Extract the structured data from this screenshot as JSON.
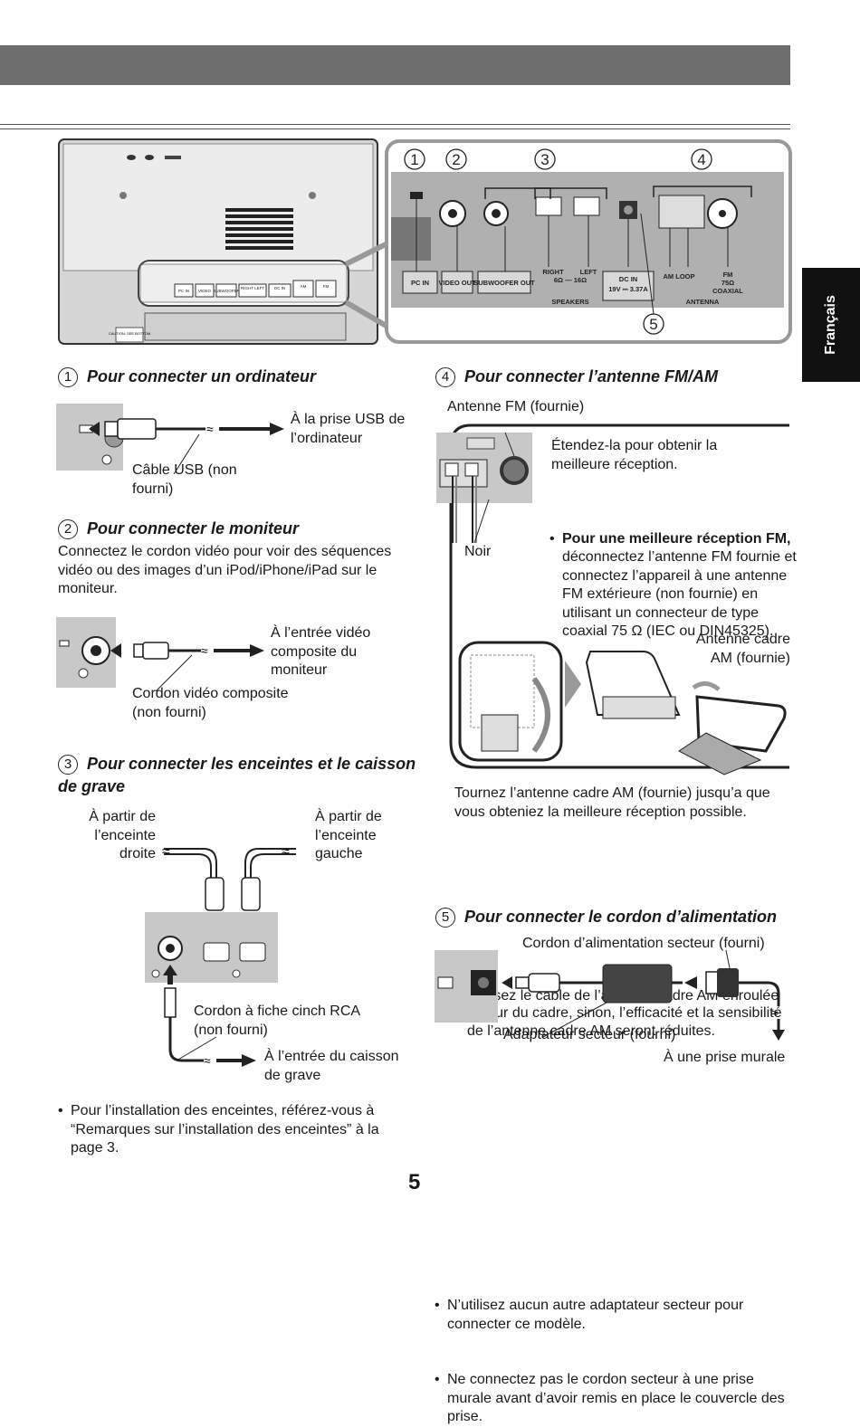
{
  "language_tab": "Français",
  "figure": {
    "callouts": [
      "1",
      "2",
      "3",
      "4",
      "5"
    ],
    "panel_labels": {
      "pc_in": "PC IN",
      "video_out": "VIDEO OUT",
      "subwoofer_out": "SUBWOOFER OUT",
      "speakers_right": "RIGHT",
      "speakers_right_ohm": "6Ω — 16Ω",
      "speakers_left": "LEFT",
      "speakers": "SPEAKERS",
      "dc_in": "DC IN",
      "dc_in_rating": "19V ⎓ 3.37A",
      "am_loop": "AM LOOP",
      "fm": "FM",
      "fm_ohm": "75Ω",
      "fm_coaxial": "COAXIAL",
      "antenna": "ANTENNA"
    },
    "device_caution": "CAUTION: SEE BOTTOM"
  },
  "sections": {
    "s1": {
      "num": "1",
      "title": "Pour connecter un ordinateur",
      "label_dest": "À la prise USB de l’ordinateur",
      "label_cable": "Câble USB (non fourni)"
    },
    "s2": {
      "num": "2",
      "title": "Pour connecter le moniteur",
      "body": "Connectez le cordon vidéo pour voir des séquences vidéo ou des images d’un iPod/iPhone/iPad sur le moniteur.",
      "label_dest": "À l’entrée vidéo composite du moniteur",
      "label_cable": "Cordon vidéo composite (non fourni)"
    },
    "s3": {
      "num": "3",
      "title": "Pour connecter les enceintes et le caisson de grave",
      "label_right": "À partir de l’enceinte droite",
      "label_left": "À partir de l’enceinte gauche",
      "label_cable": "Cordon à fiche cinch RCA (non fourni)",
      "label_sub": "À l’entrée du caisson de grave",
      "note": "Pour l’installation des enceintes, référez-vous à “Remarques sur l’installation des enceintes” à la page 3."
    },
    "s4": {
      "num": "4",
      "title": "Pour connecter l’antenne FM/AM",
      "label_fm": "Antenne FM (fournie)",
      "extend": "Étendez-la pour obtenir la meilleure réception.",
      "tip_bold": "Pour une meilleure réception FM,",
      "tip_rest": " déconnectez l’antenne FM fournie et connectez l’appareil à une antenne FM extérieure (non fournie) en utilisant un connecteur de type coaxial 75 Ω (IEC ou DIN45325).",
      "label_noir": "Noir",
      "label_am": "Antenne cadre AM (fournie)",
      "turn": "Tournez l’antenne cadre AM (fournie) jusqu’a que vous obteniez la meilleure réception possible.",
      "note": "Laissez le câble de l’antenne cadre AM enroulée autour du cadre, sinon, l’efficacité et la sensibilité de l’antenne cadre AM seront réduites."
    },
    "s5": {
      "num": "5",
      "title": "Pour connecter le cordon d’alimentation",
      "label_cord": "Cordon d’alimentation secteur (fourni)",
      "label_adapter": "Adaptateur secteur (fourni)",
      "label_wall": "À une prise murale",
      "note1": "N’utilisez aucun autre adaptateur secteur pour connecter ce modèle.",
      "note2": "Ne connectez pas le cordon secteur à une prise murale avant d’avoir remis en place le couvercle des prise."
    }
  },
  "page_number": "5"
}
